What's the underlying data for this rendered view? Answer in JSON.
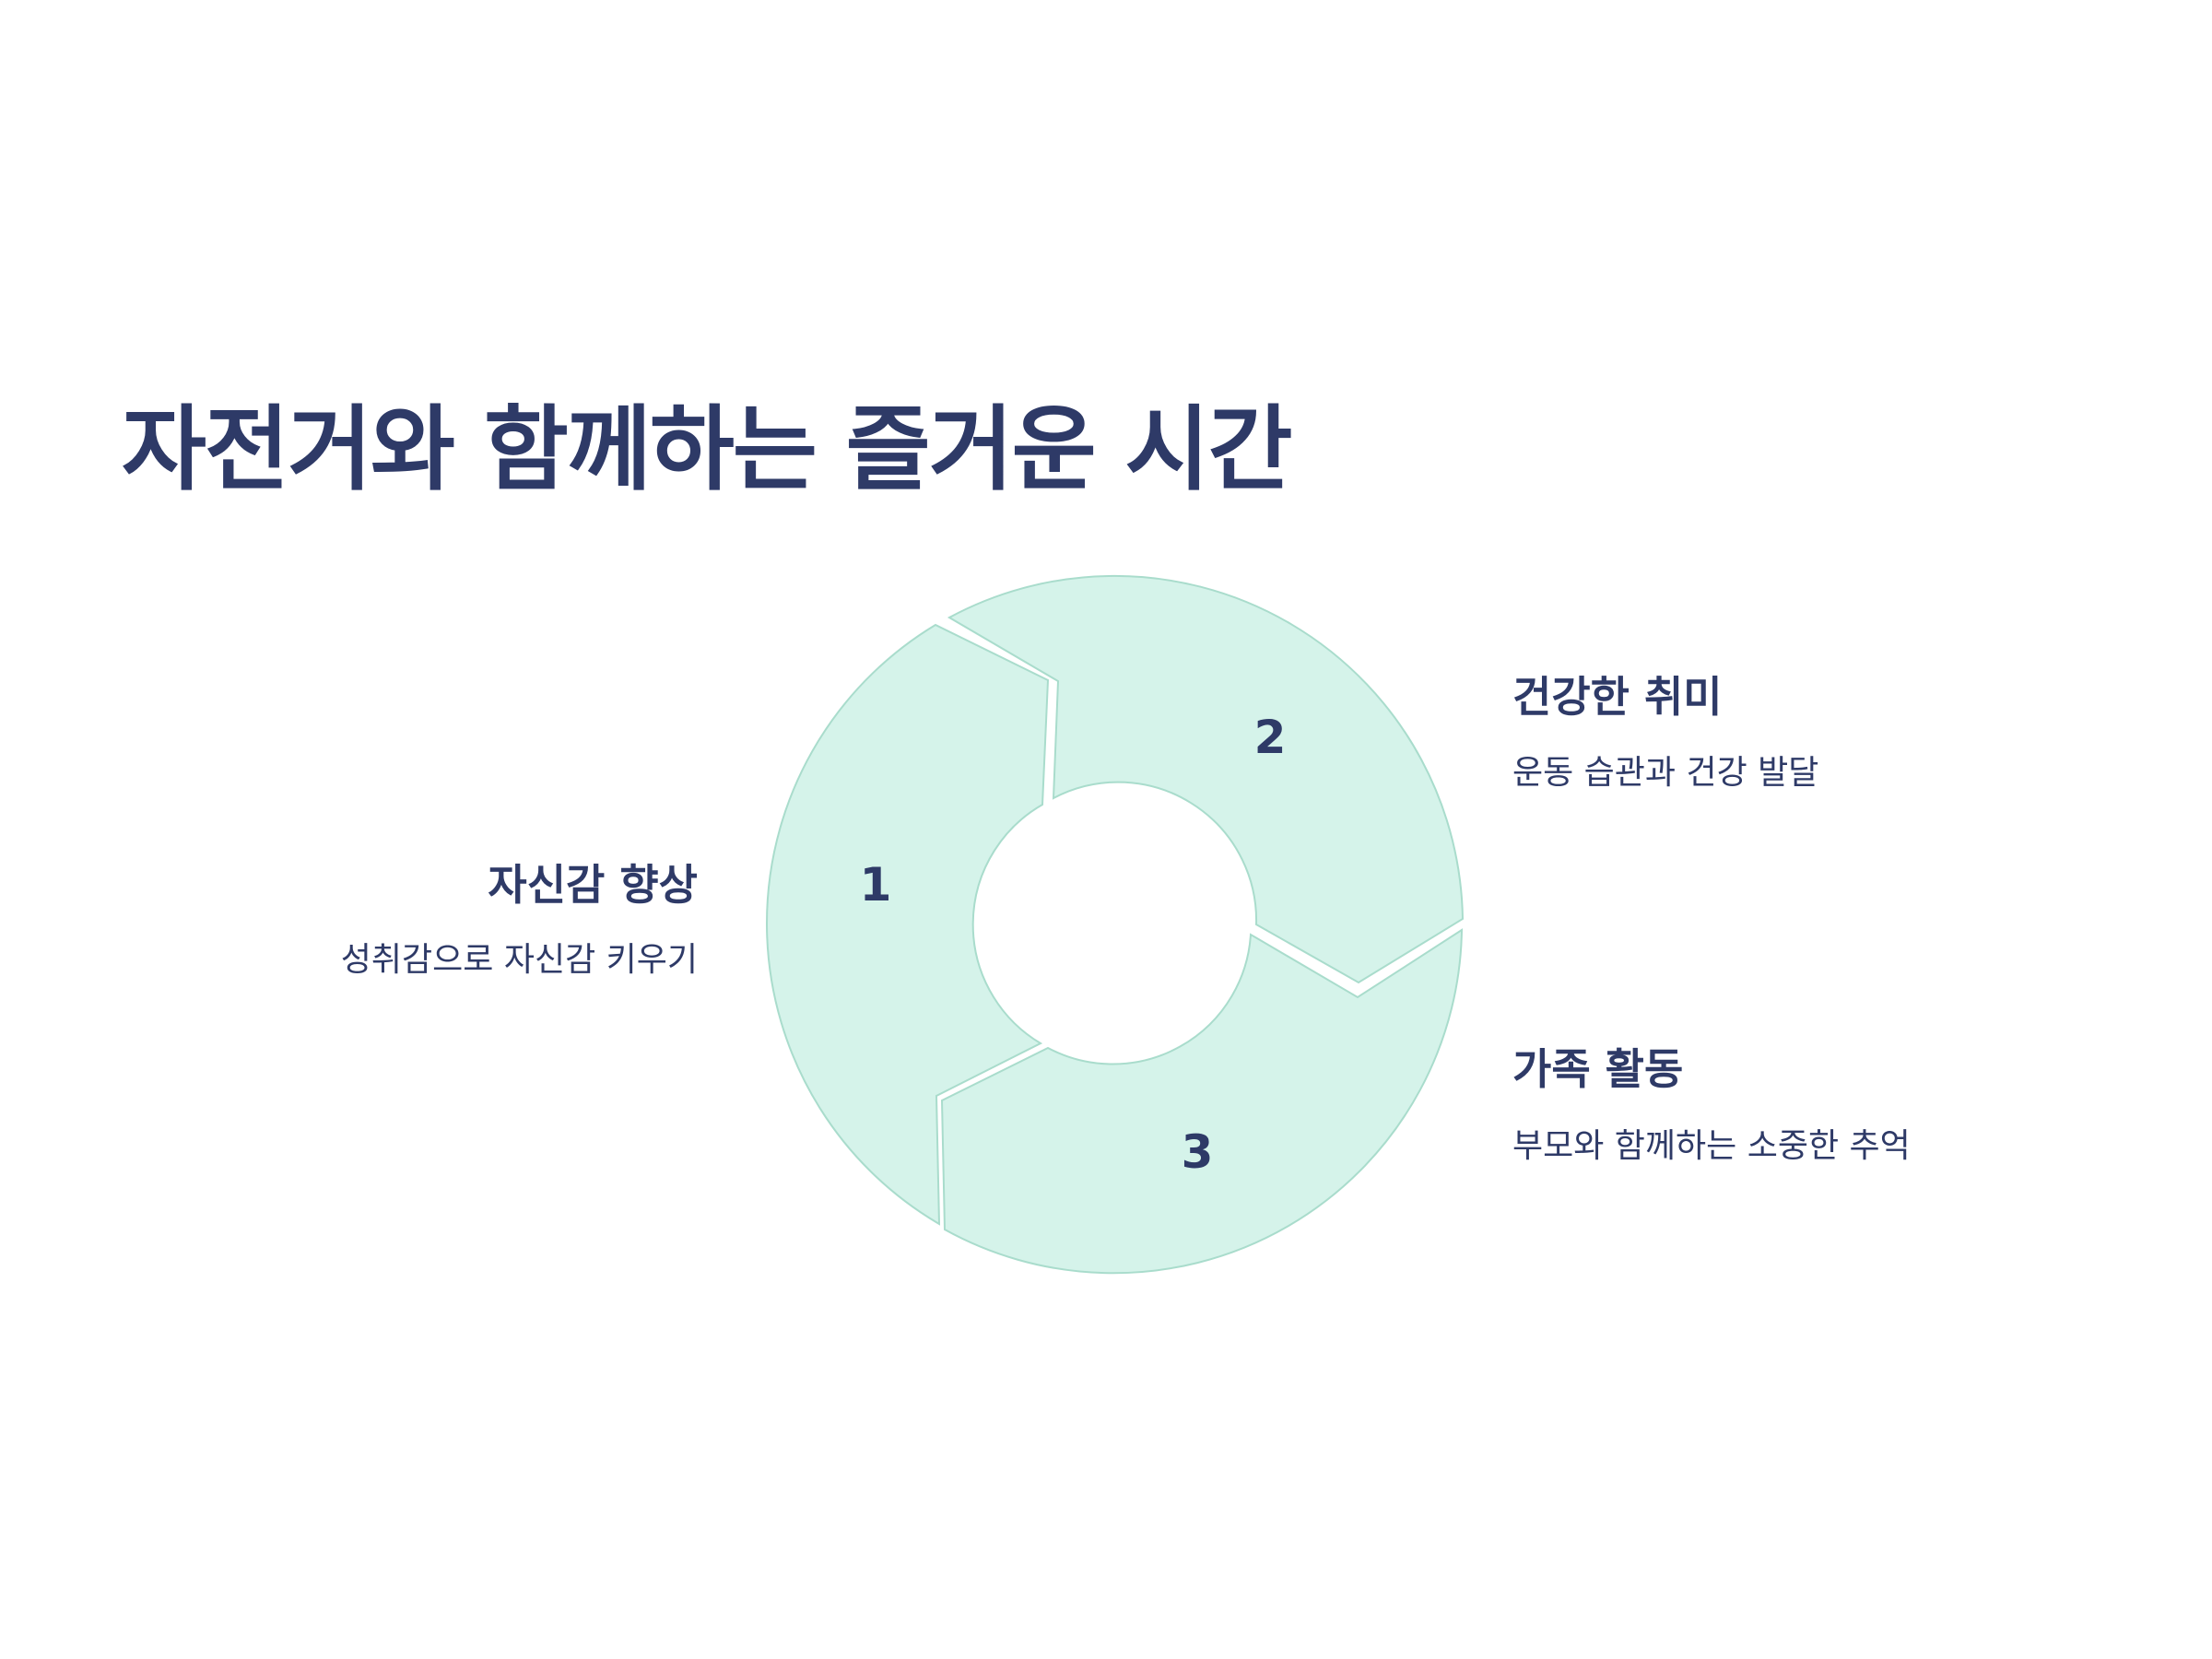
{
  "title": "자전거와 함께하는 즐거운 시간",
  "colors": {
    "text": "#2e3a67",
    "segment_fill": "#d5f3ea",
    "segment_stroke": "#a9dccc",
    "background": "#ffffff"
  },
  "steps": [
    {
      "number": "1",
      "title": "자신감 향상",
      "description": "성취감으로 자신감 키우기"
    },
    {
      "number": "2",
      "title": "건강한 취미",
      "description": "운동 습관과 건강 발달"
    },
    {
      "number": "3",
      "title": "가족 활동",
      "description": "부모와 함께하는 소중한 추억"
    }
  ]
}
